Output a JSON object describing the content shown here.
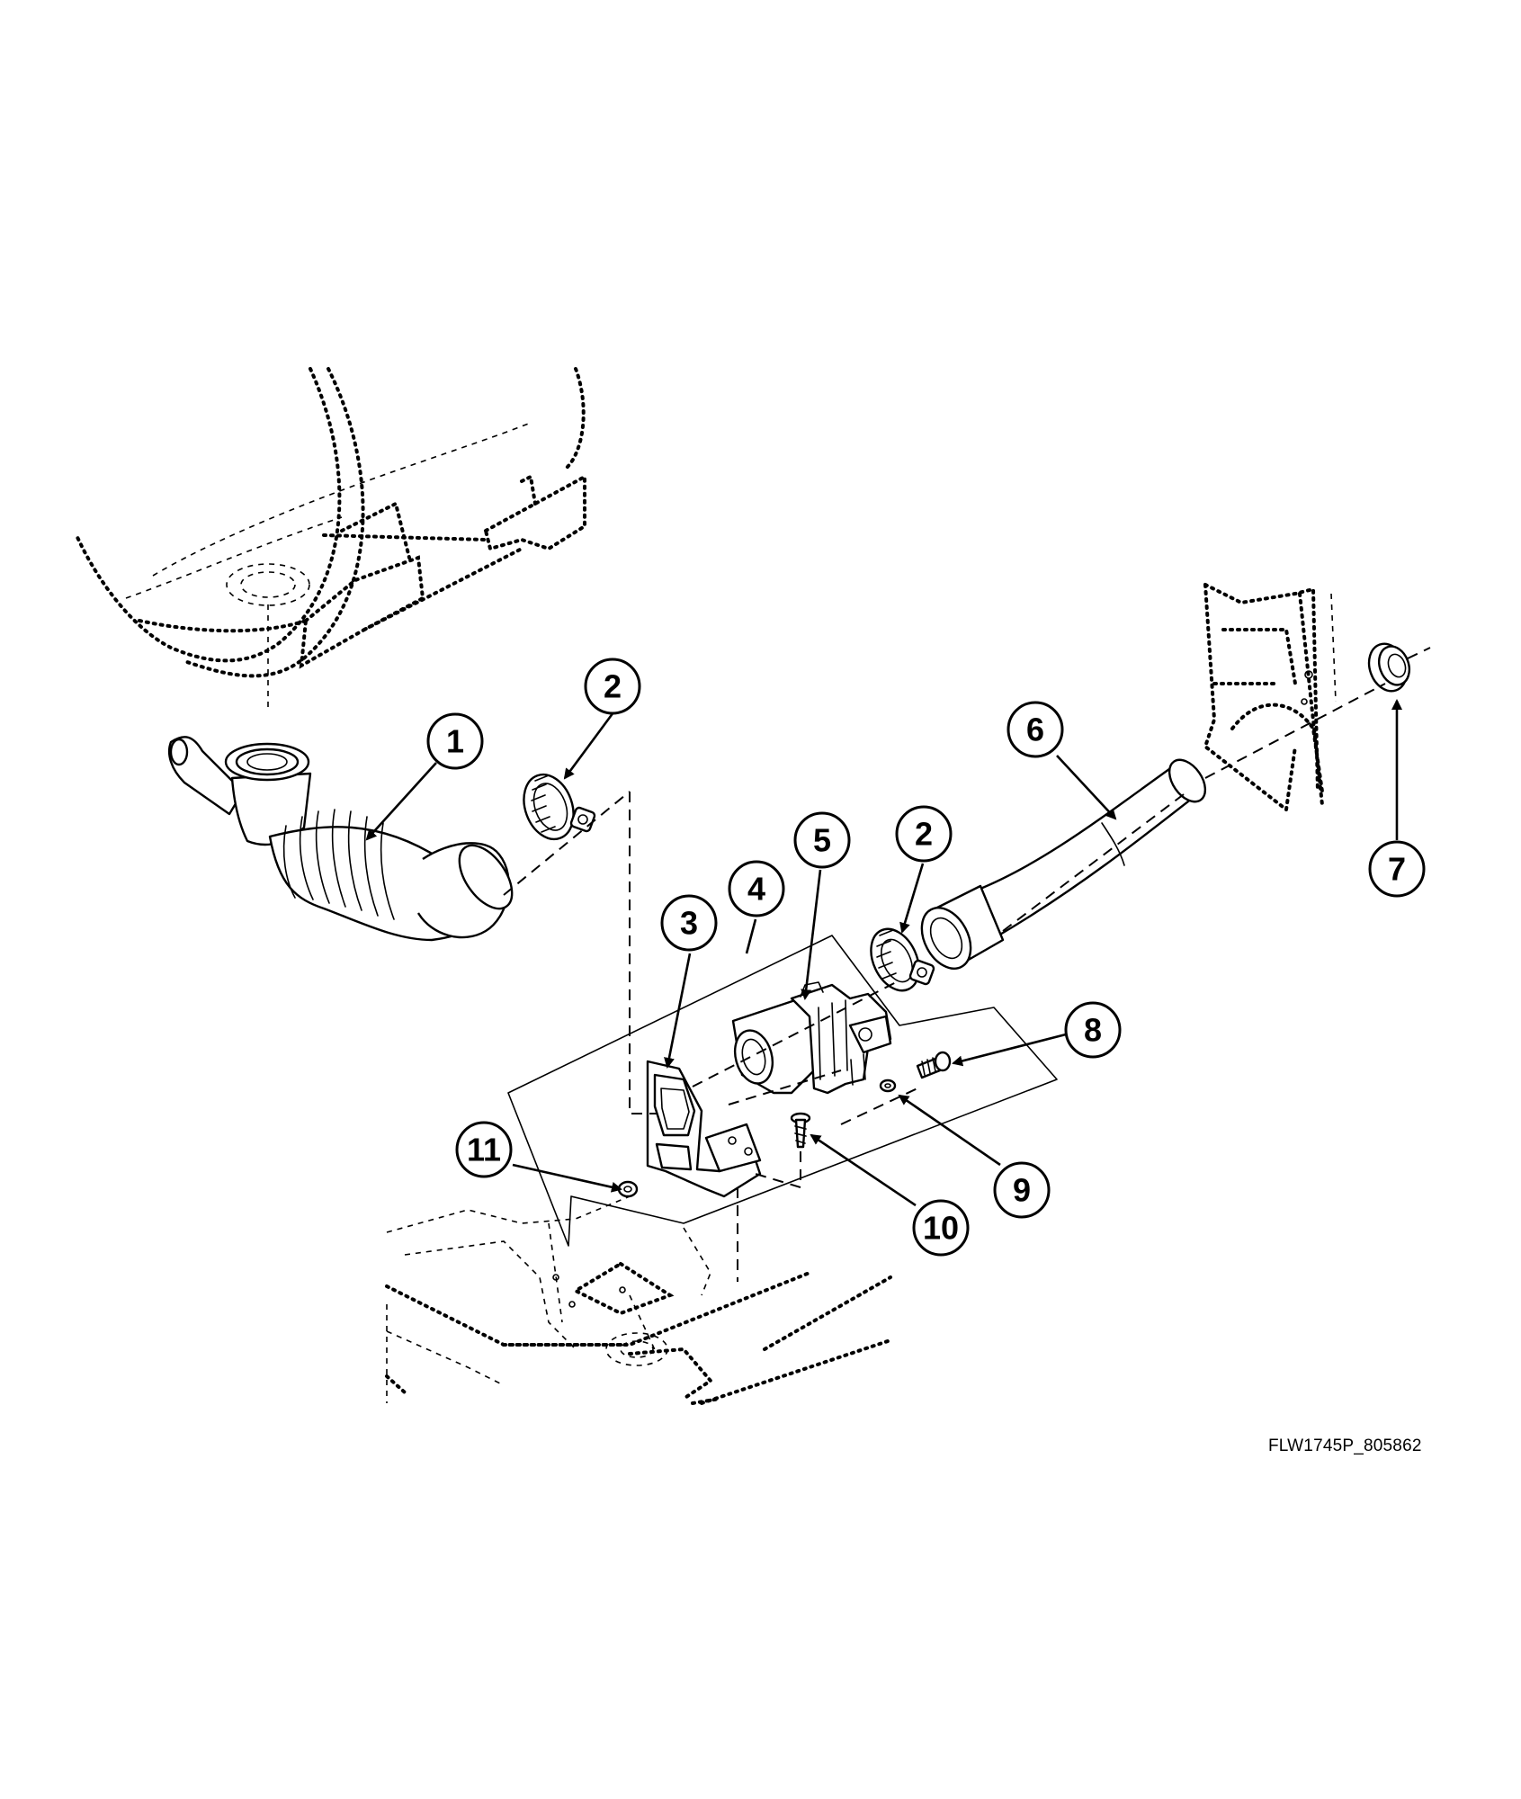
{
  "figure_code": "FLW1745P_805862",
  "callouts": [
    {
      "id": "1",
      "label": "1"
    },
    {
      "id": "2a",
      "label": "2"
    },
    {
      "id": "2b",
      "label": "2"
    },
    {
      "id": "3",
      "label": "3"
    },
    {
      "id": "4",
      "label": "4"
    },
    {
      "id": "5",
      "label": "5"
    },
    {
      "id": "6",
      "label": "6"
    },
    {
      "id": "7",
      "label": "7"
    },
    {
      "id": "8",
      "label": "8"
    },
    {
      "id": "9",
      "label": "9"
    },
    {
      "id": "10",
      "label": "10"
    },
    {
      "id": "11",
      "label": "11"
    }
  ],
  "colors": {
    "ink": "#000000",
    "paper": "#ffffff"
  }
}
